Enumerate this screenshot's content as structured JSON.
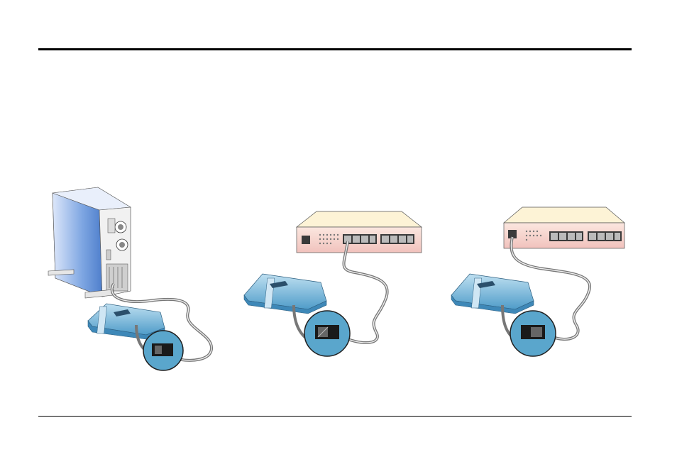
{
  "figure": {
    "panels": [
      {
        "id": "pc",
        "device": "desktop-tower",
        "connection": "ethernet-cable",
        "detail": "switch-position-closeup"
      },
      {
        "id": "hub1",
        "device": "ethernet-hub",
        "connection": "ethernet-cable",
        "detail": "switch-position-closeup"
      },
      {
        "id": "hub2",
        "device": "ethernet-hub",
        "connection": "ethernet-cable",
        "detail": "switch-position-closeup"
      }
    ]
  },
  "colors": {
    "tower_blue": "#5f8fd6",
    "tower_light": "#e6eefb",
    "modem_blue": "#6fb3d8",
    "hub_top": "#fdf3d6",
    "hub_front": "#f3cdc8",
    "port": "#3a3a3a",
    "cable": "#777777",
    "magnifier": "#5aa6cc"
  },
  "icons": [
    "desktop-tower-icon",
    "modem-icon",
    "hub-icon",
    "ethernet-cable-icon",
    "switch-closeup-icon"
  ]
}
